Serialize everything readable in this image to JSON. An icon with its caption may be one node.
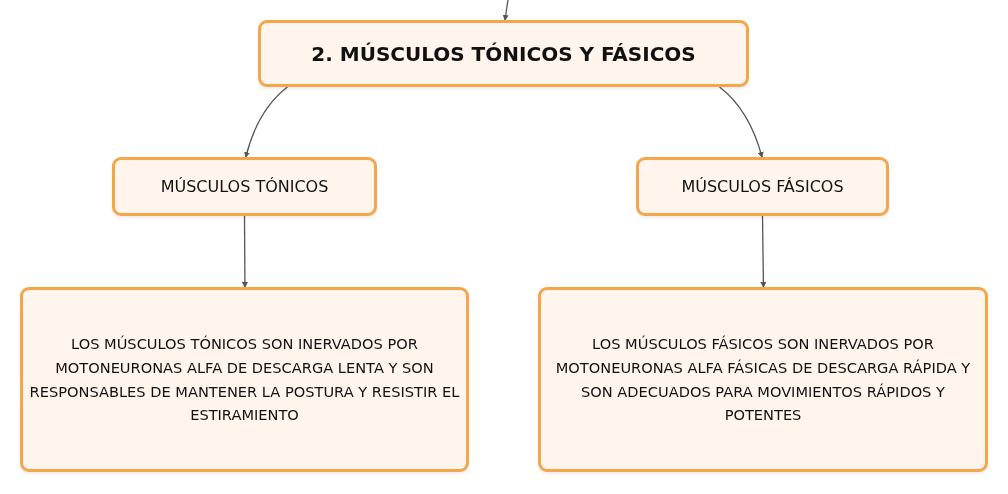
{
  "diagram": {
    "nodes": [
      {
        "text": [
          "2. MÚSCULOS TÓNICOS Y FÁSICOS"
        ]
      },
      {
        "text": [
          "MÚSCULOS TÓNICOS"
        ]
      },
      {
        "text": [
          "MÚSCULOS FÁSICOS"
        ]
      },
      {
        "text": [
          "LOS MÚSCULOS TÓNICOS SON INERVADOS POR MOTONEURONAS ALFA DE DESCARGA LENTA Y SON RESPONSABLES DE MANTENER LA POSTURA Y RESISTIR EL ESTIRAMIENTO"
        ]
      },
      {
        "text": [
          "LOS MÚSCULOS FÁSICOS SON INERVADOS POR MOTONEURONAS ALFA FÁSICAS DE DESCARGA RÁPIDA Y SON ADECUADOS PARA MOVIMIENTOS RÁPIDOS Y POTENTES"
        ]
      }
    ],
    "edges": [
      {
        "from": null,
        "to": 0,
        "arrow": "to"
      },
      {
        "from": 0,
        "to": 1,
        "arrow": "to"
      },
      {
        "from": 0,
        "to": 2,
        "arrow": "to"
      },
      {
        "from": 1,
        "to": 3,
        "arrow": "to"
      },
      {
        "from": 2,
        "to": 4,
        "arrow": "to"
      }
    ]
  }
}
